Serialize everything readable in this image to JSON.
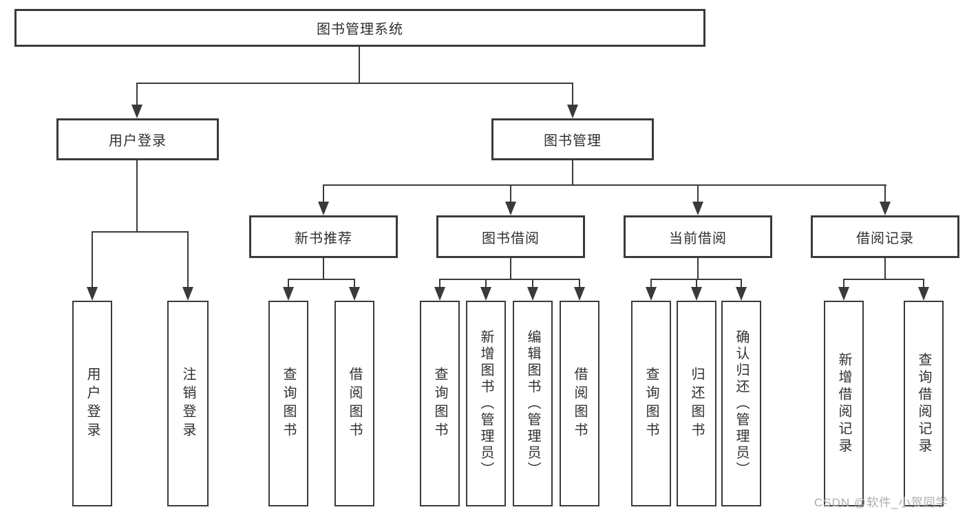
{
  "tree": {
    "root": {
      "label": "图书管理系统",
      "children": [
        {
          "label": "用户登录",
          "children": [
            {
              "label": "用户登录"
            },
            {
              "label": "注销登录"
            }
          ]
        },
        {
          "label": "图书管理",
          "children": [
            {
              "label": "新书推荐",
              "children": [
                {
                  "label": "查询图书"
                },
                {
                  "label": "借阅图书"
                }
              ]
            },
            {
              "label": "图书借阅",
              "children": [
                {
                  "label": "查询图书"
                },
                {
                  "label": "新增图书（管理员）"
                },
                {
                  "label": "编辑图书（管理员）"
                },
                {
                  "label": "借阅图书"
                }
              ]
            },
            {
              "label": "当前借阅",
              "children": [
                {
                  "label": "查询图书"
                },
                {
                  "label": "归还图书"
                },
                {
                  "label": "确认归还（管理员）"
                }
              ]
            },
            {
              "label": "借阅记录",
              "children": [
                {
                  "label": "新增借阅记录"
                },
                {
                  "label": "查询借阅记录"
                }
              ]
            }
          ]
        }
      ]
    }
  },
  "watermark": {
    "text": "CSDN @软件_小贺同学"
  },
  "colors": {
    "line": "#3a3a3a",
    "box_border": "#3a3a3a",
    "text": "#303030",
    "watermark": "#ababab",
    "background": "#ffffff"
  }
}
